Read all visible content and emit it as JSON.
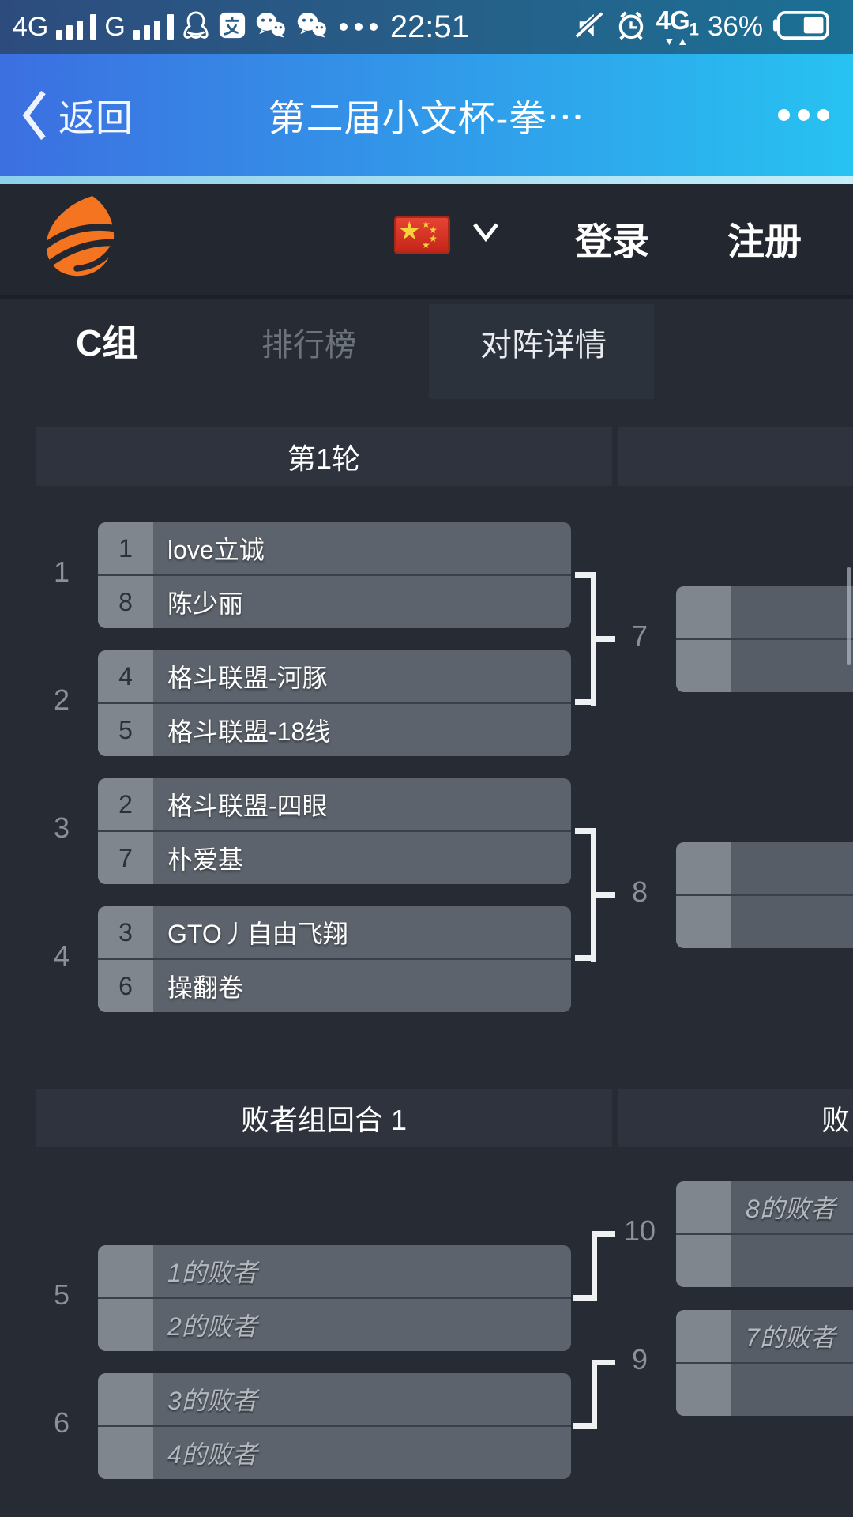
{
  "colors": {
    "nav_gradient_left": "#3c6fe1",
    "nav_gradient_right": "#27c2f1",
    "status_gradient_left": "#2d4c7d",
    "status_gradient_right": "#1b7095",
    "logo_orange": "#f4741f",
    "flag_red": "#d6311f",
    "page_bg": "#272b33",
    "row_bg": "#5d636c",
    "seed_bg": "#80868e",
    "section_bar_bg": "#2e333d"
  },
  "status_bar": {
    "carrier_a": "4G",
    "carrier_b": "G",
    "ellipsis": "···",
    "time": "22:51",
    "net_badge": "4G",
    "net_badge_sub": "1",
    "net_arrows": "▼▲",
    "battery_percent": "36%"
  },
  "nav": {
    "back_label": "返回",
    "title": "第二届小文杯-拳…"
  },
  "account_bar": {
    "login_label": "登录",
    "register_label": "注册"
  },
  "tabs": [
    {
      "label": "C组"
    },
    {
      "label": "排行榜"
    },
    {
      "label": "对阵详情"
    }
  ],
  "bracket": {
    "sections": [
      {
        "header": "第1轮",
        "header_partial": "",
        "matches": [
          {
            "no": "1",
            "rows": [
              {
                "seed": "1",
                "name": "love立诚"
              },
              {
                "seed": "8",
                "name": "陈少丽"
              }
            ]
          },
          {
            "no": "2",
            "rows": [
              {
                "seed": "4",
                "name": "格斗联盟-河豚"
              },
              {
                "seed": "5",
                "name": "格斗联盟-18线"
              }
            ]
          },
          {
            "no": "3",
            "rows": [
              {
                "seed": "2",
                "name": "格斗联盟-四眼"
              },
              {
                "seed": "7",
                "name": "朴爱基"
              }
            ]
          },
          {
            "no": "4",
            "rows": [
              {
                "seed": "3",
                "name": "GTO丿自由飞翔"
              },
              {
                "seed": "6",
                "name": "操翻卷"
              }
            ]
          }
        ],
        "advance": [
          {
            "no": "7",
            "rows": [
              "",
              ""
            ]
          },
          {
            "no": "8",
            "rows": [
              "",
              ""
            ]
          }
        ]
      },
      {
        "header": "败者组回合 1",
        "header_partial": "败",
        "matches": [
          {
            "no": "5",
            "rows": [
              {
                "seed": "",
                "name": "1的败者"
              },
              {
                "seed": "",
                "name": "2的败者"
              }
            ]
          },
          {
            "no": "6",
            "rows": [
              {
                "seed": "",
                "name": "3的败者"
              },
              {
                "seed": "",
                "name": "4的败者"
              }
            ]
          }
        ],
        "advance": [
          {
            "no": "10",
            "rows": [
              "8的败者",
              ""
            ]
          },
          {
            "no": "9",
            "rows": [
              "7的败者",
              ""
            ]
          }
        ]
      }
    ]
  }
}
